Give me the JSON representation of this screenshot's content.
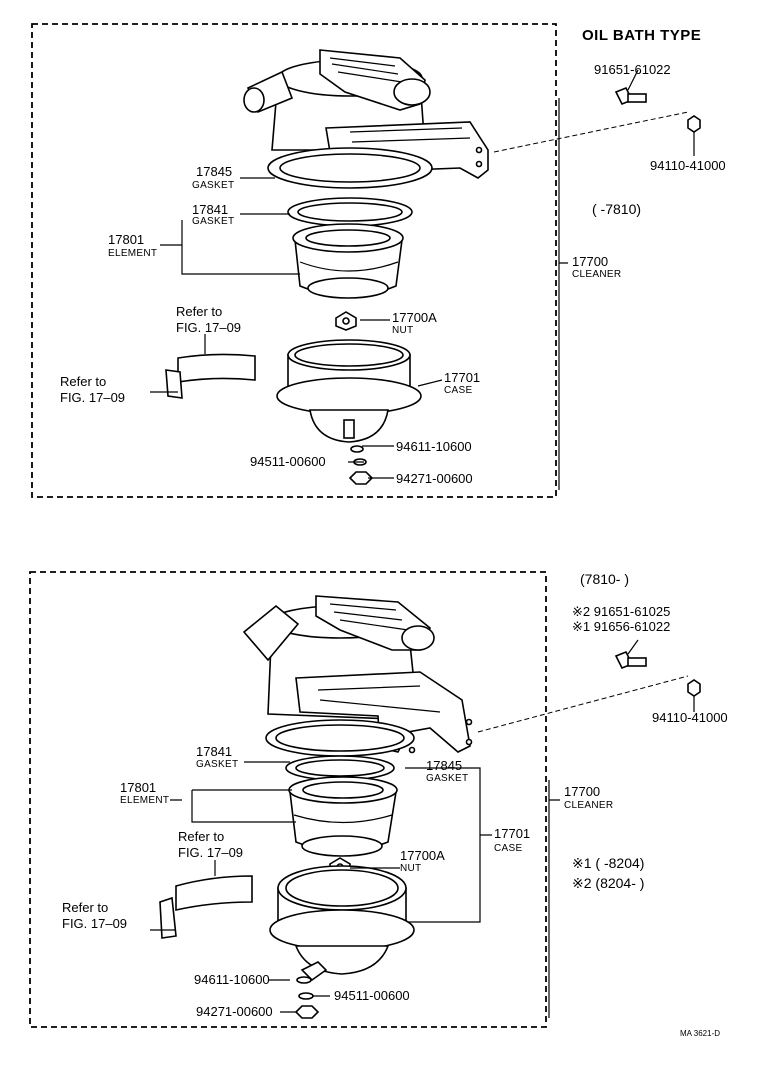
{
  "top": {
    "title": "OIL BATH TYPE",
    "range": "(        -7810)",
    "bolt": "91651-61022",
    "nut_right": "94110-41000",
    "gasket_upper": {
      "pn": "17845",
      "name": "GASKET"
    },
    "gasket_lower": {
      "pn": "17841",
      "name": "GASKET"
    },
    "element": {
      "pn": "17801",
      "name": "ELEMENT"
    },
    "cleaner": {
      "pn": "17700",
      "name": "CLEANER"
    },
    "nut": {
      "pn": "17700A",
      "name": "NUT"
    },
    "case": {
      "pn": "17701",
      "name": "CASE"
    },
    "refer1": [
      "Refer to",
      "FIG. 17–09"
    ],
    "refer2": [
      "Refer to",
      "FIG. 17–09"
    ],
    "washer_right": "94611-10600",
    "washer_left": "94511-00600",
    "wingnut": "94271-00600"
  },
  "bottom": {
    "range": "(7810-        )",
    "bolt2": "※2 91651-61025",
    "bolt1": "※1 91656-61022",
    "nut_right": "94110-41000",
    "gasket_left": {
      "pn": "17841",
      "name": "GASKET"
    },
    "gasket_right": {
      "pn": "17845",
      "name": "GASKET"
    },
    "element": {
      "pn": "17801",
      "name": "ELEMENT"
    },
    "cleaner": {
      "pn": "17700",
      "name": "CLEANER"
    },
    "case": {
      "pn": "17701",
      "name": "CASE"
    },
    "nut": {
      "pn": "17700A",
      "name": "NUT"
    },
    "refer1": [
      "Refer to",
      "FIG. 17–09"
    ],
    "refer2": [
      "Refer to",
      "FIG. 17–09"
    ],
    "note1": "※1 (        -8204)",
    "note2": "※2 (8204-          )",
    "washer_left": "94611-10600",
    "washer_right": "94511-00600",
    "wingnut": "94271-00600"
  },
  "footer": {
    "code": "MA 3621-D"
  }
}
